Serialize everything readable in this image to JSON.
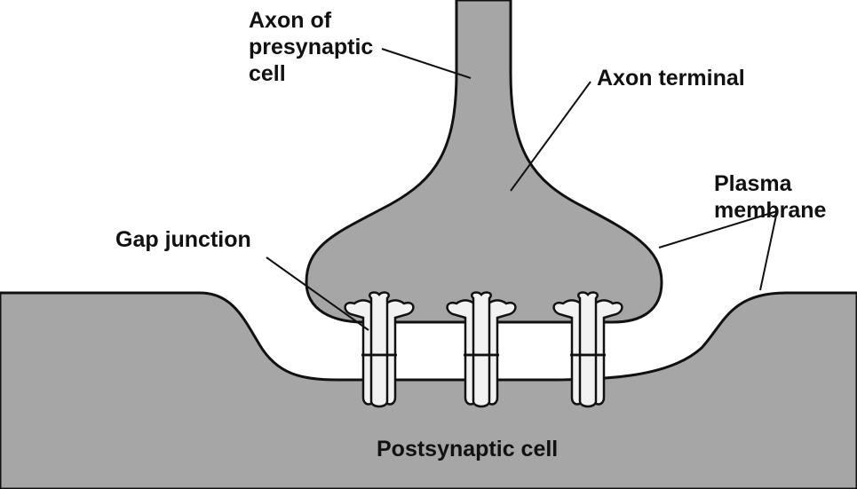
{
  "labels": {
    "axon_presynaptic": "Axon of\npresynaptic\ncell",
    "axon_terminal": "Axon terminal",
    "plasma_membrane": "Plasma\nmembrane",
    "gap_junction": "Gap junction",
    "postsynaptic_cell": "Postsynaptic cell"
  },
  "colors": {
    "cell_fill": "#a6a6a6",
    "outline": "#111111",
    "background": "#ffffff",
    "channel_fill": "#f2f2f2"
  },
  "channel_count": 3
}
